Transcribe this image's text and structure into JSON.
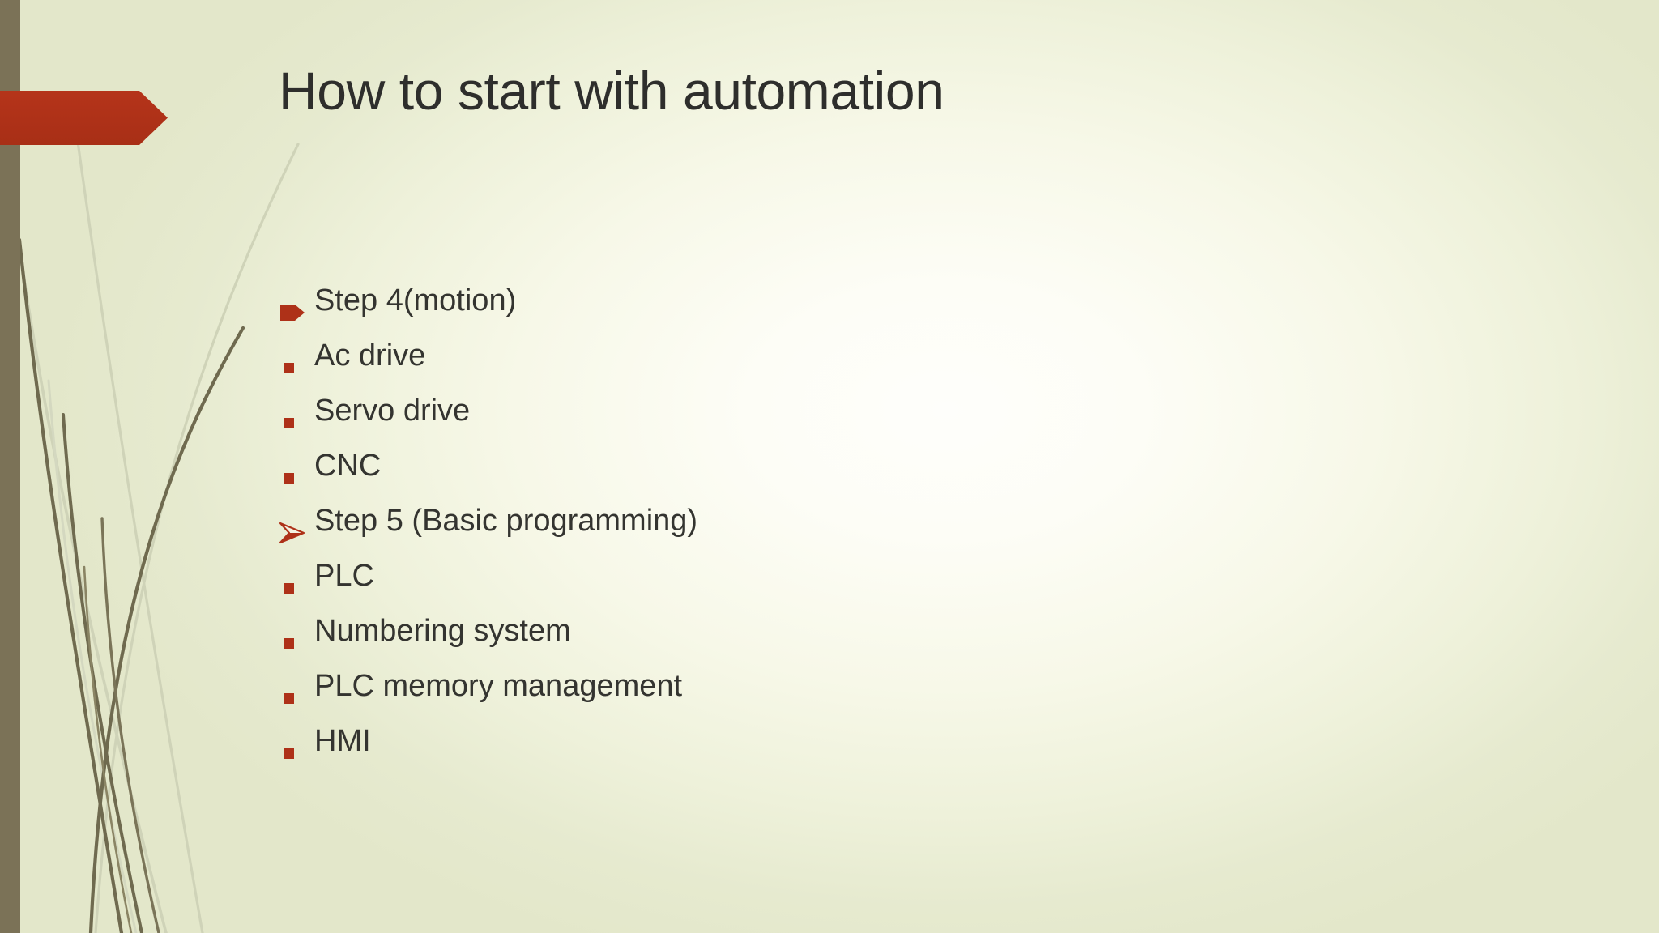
{
  "slide": {
    "title": "How to start with automation",
    "bullets": [
      {
        "marker": "arrow-solid-icon",
        "text": "Step 4(motion)"
      },
      {
        "marker": "square-bullet-icon",
        "text": "Ac drive"
      },
      {
        "marker": "square-bullet-icon",
        "text": "Servo drive"
      },
      {
        "marker": "square-bullet-icon",
        "text": "CNC"
      },
      {
        "marker": "arrow-open-icon",
        "text": "Step 5 (Basic programming)"
      },
      {
        "marker": "square-bullet-icon",
        "text": "PLC"
      },
      {
        "marker": "square-bullet-icon",
        "text": "Numbering system"
      },
      {
        "marker": "square-bullet-icon",
        "text": "PLC memory management"
      },
      {
        "marker": "square-bullet-icon",
        "text": "HMI"
      }
    ]
  },
  "theme": {
    "accent_red": "#ae3118",
    "left_strip_olive": "#7b7257",
    "background_sage": "#e4e8cc",
    "background_center": "#fefefb",
    "title_color": "#2e2e2c",
    "body_text_color": "#343430",
    "reed_dark": "#6f6a4f",
    "reed_light": "#cfd3b8"
  }
}
